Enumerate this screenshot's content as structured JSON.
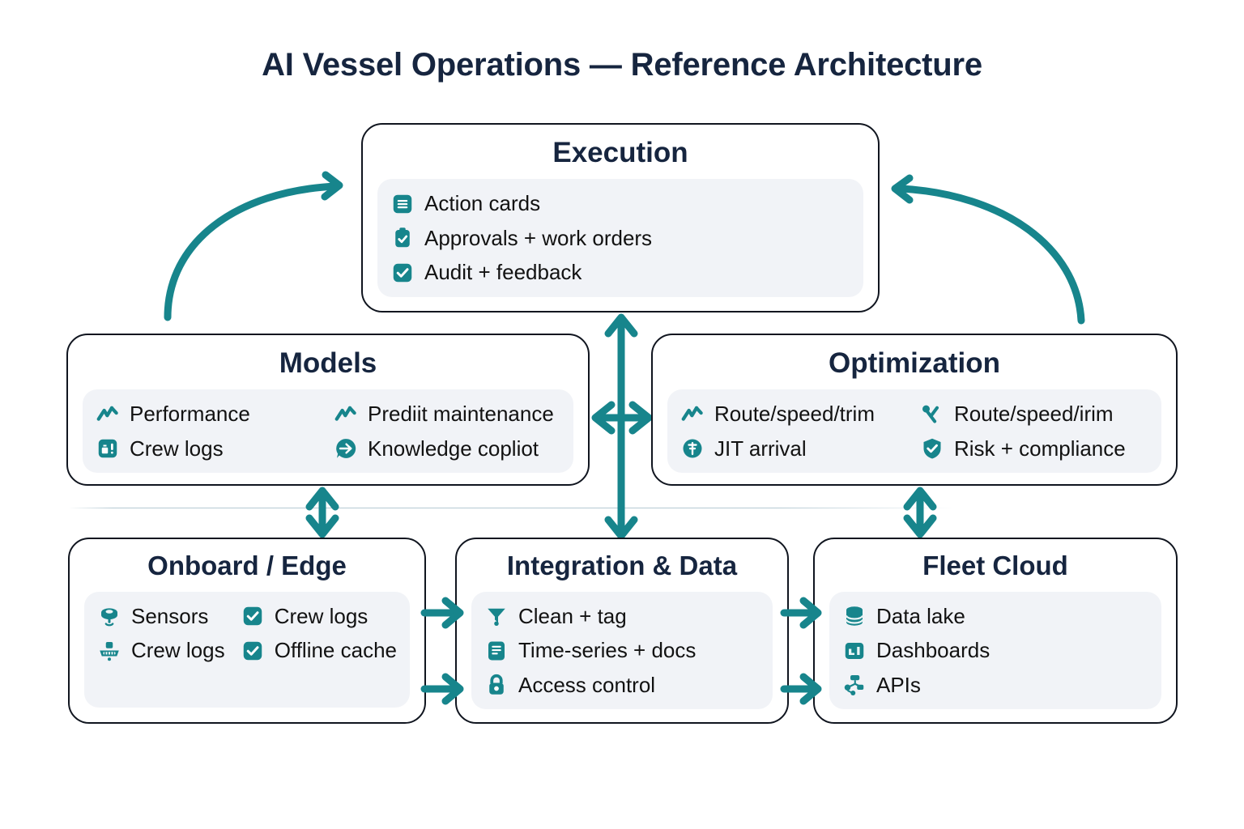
{
  "page": {
    "title": "AI Vessel Operations — Reference Architecture",
    "accent_color": "#17858c",
    "title_color": "#16253f",
    "panel_bg": "#f1f3f7",
    "box_border": "#10151f",
    "background": "#ffffff"
  },
  "boxes": {
    "execution": {
      "title": "Execution",
      "items": [
        {
          "icon": "list-card-icon",
          "label": "Action cards"
        },
        {
          "icon": "clipboard-check-icon",
          "label": "Approvals + work orders"
        },
        {
          "icon": "checkbox-check-icon",
          "label": "Audit + feedback"
        }
      ]
    },
    "models": {
      "title": "Models",
      "items": [
        {
          "icon": "trend-line-icon",
          "label": "Performance"
        },
        {
          "icon": "trend-line-icon",
          "label": "Prediit maintenance"
        },
        {
          "icon": "log-book-icon",
          "label": "Crew logs"
        },
        {
          "icon": "knowledge-chat-icon",
          "label": "Knowledge copliot"
        }
      ]
    },
    "optimization": {
      "title": "Optimization",
      "items": [
        {
          "icon": "trend-line-icon",
          "label": "Route/speed/trim"
        },
        {
          "icon": "route-branch-icon",
          "label": "Route/speed/irim"
        },
        {
          "icon": "clock-jit-icon",
          "label": "JIT arrival"
        },
        {
          "icon": "shield-check-icon",
          "label": "Risk + compliance"
        }
      ]
    },
    "onboard": {
      "title": "Onboard / Edge",
      "items": [
        {
          "icon": "sensor-icon",
          "label": "Sensors"
        },
        {
          "icon": "checkbox-check-icon",
          "label": "Crew logs"
        },
        {
          "icon": "edge-device-icon",
          "label": "Crew logs"
        },
        {
          "icon": "checkbox-check-icon",
          "label": "Offline cache"
        }
      ]
    },
    "integration": {
      "title": "Integration & Data",
      "items": [
        {
          "icon": "funnel-icon",
          "label": "Clean + tag"
        },
        {
          "icon": "document-lines-icon",
          "label": "Time-series + docs"
        },
        {
          "icon": "lock-icon",
          "label": "Access control"
        }
      ]
    },
    "fleet": {
      "title": "Fleet Cloud",
      "items": [
        {
          "icon": "database-icon",
          "label": "Data lake"
        },
        {
          "icon": "dashboard-icon",
          "label": "Dashboards"
        },
        {
          "icon": "api-nodes-icon",
          "label": "APIs"
        }
      ]
    }
  },
  "connectors": [
    {
      "name": "models-to-execution-curve",
      "kind": "curved-arrow",
      "direction": "up-right"
    },
    {
      "name": "execution-to-optimization-curve",
      "kind": "curved-arrow",
      "direction": "down-right"
    },
    {
      "name": "execution-integration-vertical",
      "kind": "double-arrow",
      "direction": "vertical"
    },
    {
      "name": "models-optimization-horizontal",
      "kind": "double-arrow",
      "direction": "horizontal"
    },
    {
      "name": "models-onboard-vertical",
      "kind": "double-arrow",
      "direction": "vertical"
    },
    {
      "name": "optimization-fleet-vertical",
      "kind": "double-arrow",
      "direction": "vertical"
    },
    {
      "name": "onboard-integration-top",
      "kind": "single-arrow",
      "direction": "right"
    },
    {
      "name": "onboard-integration-bottom",
      "kind": "single-arrow",
      "direction": "right"
    },
    {
      "name": "integration-fleet-top",
      "kind": "single-arrow",
      "direction": "right"
    },
    {
      "name": "integration-fleet-bottom",
      "kind": "single-arrow",
      "direction": "right"
    }
  ]
}
